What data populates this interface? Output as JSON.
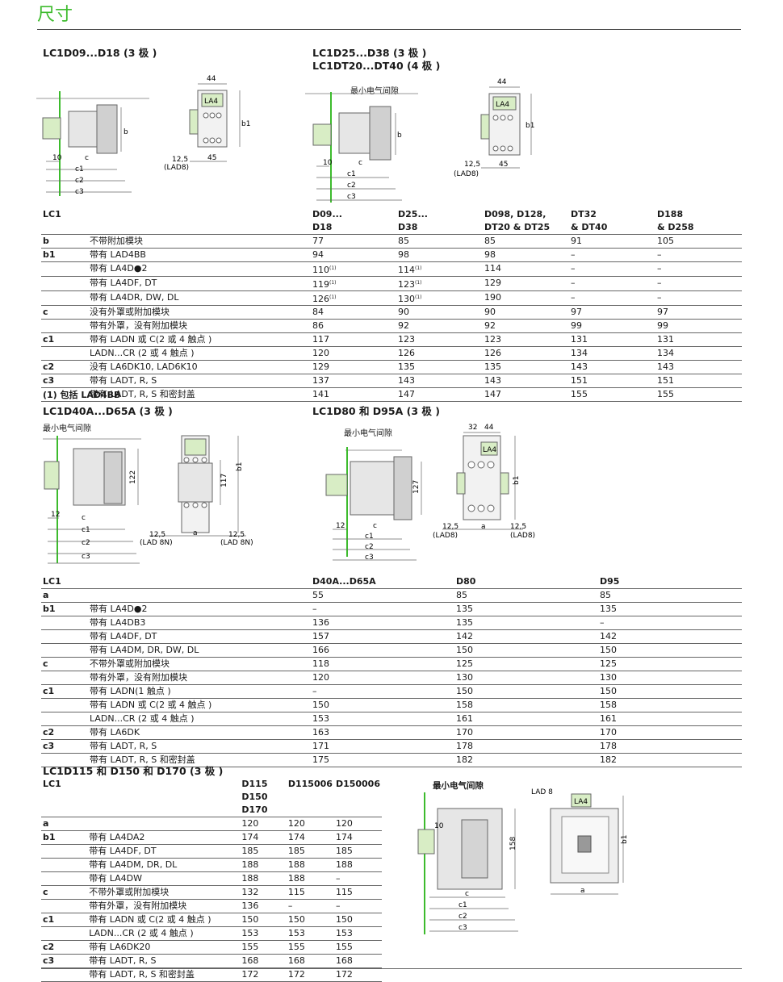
{
  "header": {
    "title": "尺寸"
  },
  "s1": {
    "title_left": "LC1D09...D18 (3 极 )",
    "title_right_1": "LC1D25...D38 (3 极 )",
    "title_right_2": "LC1DT20...DT40 (4 极 )",
    "fig_right_caption": "最小电气间隙",
    "headers": [
      [
        "LC1",
        ""
      ],
      [
        "D09...",
        "D18"
      ],
      [
        "D25...",
        "D38"
      ],
      [
        "D098, D128,",
        "DT20 & DT25"
      ],
      [
        "DT32",
        "& DT40"
      ],
      [
        "D188",
        "& D258"
      ]
    ],
    "rows": [
      {
        "k": "b",
        "d": "不带附加模块",
        "v": [
          "77",
          "85",
          "85",
          "91",
          "105"
        ],
        "n": [
          0,
          0,
          0,
          0,
          0
        ],
        "sep": true
      },
      {
        "k": "b1",
        "d": "带有 LAD4BB",
        "v": [
          "94",
          "98",
          "98",
          "–",
          "–"
        ],
        "n": [
          0,
          0,
          0,
          0,
          0
        ],
        "sep": true
      },
      {
        "k": "",
        "d": "带有 LA4D●2",
        "v": [
          "110",
          "114",
          "114",
          "–",
          "–"
        ],
        "n": [
          1,
          1,
          0,
          0,
          0
        ],
        "sep": true
      },
      {
        "k": "",
        "d": "带有 LA4DF, DT",
        "v": [
          "119",
          "123",
          "129",
          "–",
          "–"
        ],
        "n": [
          1,
          1,
          0,
          0,
          0
        ],
        "sep": true
      },
      {
        "k": "",
        "d": "带有 LA4DR, DW, DL",
        "v": [
          "126",
          "130",
          "190",
          "–",
          "–"
        ],
        "n": [
          1,
          1,
          0,
          0,
          0
        ],
        "sep": true
      },
      {
        "k": "c",
        "d": "没有外罩或附加模块",
        "v": [
          "84",
          "90",
          "90",
          "97",
          "97"
        ],
        "n": [
          0,
          0,
          0,
          0,
          0
        ],
        "sep": true
      },
      {
        "k": "",
        "d": "带有外罩，没有附加模块",
        "v": [
          "86",
          "92",
          "92",
          "99",
          "99"
        ],
        "n": [
          0,
          0,
          0,
          0,
          0
        ],
        "sep": true
      },
      {
        "k": "c1",
        "d": "带有 LADN 或 C(2 或 4 触点 )",
        "v": [
          "117",
          "123",
          "123",
          "131",
          "131"
        ],
        "n": [
          0,
          0,
          0,
          0,
          0
        ],
        "sep": true
      },
      {
        "k": "",
        "d": "LADN...CR (2 或 4 触点 )",
        "v": [
          "120",
          "126",
          "126",
          "134",
          "134"
        ],
        "n": [
          0,
          0,
          0,
          0,
          0
        ],
        "sep": true
      },
      {
        "k": "c2",
        "d": "没有 LA6DK10, LAD6K10",
        "v": [
          "129",
          "135",
          "135",
          "143",
          "143"
        ],
        "n": [
          0,
          0,
          0,
          0,
          0
        ],
        "sep": true
      },
      {
        "k": "c3",
        "d": "带有 LADT, R, S",
        "v": [
          "137",
          "143",
          "143",
          "151",
          "151"
        ],
        "n": [
          0,
          0,
          0,
          0,
          0
        ],
        "sep": true
      },
      {
        "k": "",
        "d": "带有 LADT, R, S 和密封盖",
        "v": [
          "141",
          "147",
          "147",
          "155",
          "155"
        ],
        "n": [
          0,
          0,
          0,
          0,
          0
        ],
        "sep": true
      }
    ],
    "note_mark": "(1)",
    "footnote": "(1) 包括 LAD4BB"
  },
  "s2": {
    "title_left": "LC1D40A...D65A (3 极 )",
    "title_right": "LC1D80 和 D95A (3 极 )",
    "fig_caption": "最小电气间隙",
    "headers": [
      "LC1",
      "D40A...D65A",
      "D80",
      "D95"
    ],
    "rows": [
      {
        "k": "a",
        "d": "",
        "v": [
          "55",
          "85",
          "85"
        ],
        "sep": true
      },
      {
        "k": "b1",
        "d": "带有 LA4D●2",
        "v": [
          "–",
          "135",
          "135"
        ],
        "sep": true
      },
      {
        "k": "",
        "d": "带有 LA4DB3",
        "v": [
          "136",
          "135",
          "–"
        ],
        "sep": true
      },
      {
        "k": "",
        "d": "带有 LA4DF, DT",
        "v": [
          "157",
          "142",
          "142"
        ],
        "sep": true
      },
      {
        "k": "",
        "d": "带有 LA4DM, DR, DW, DL",
        "v": [
          "166",
          "150",
          "150"
        ],
        "sep": true
      },
      {
        "k": "c",
        "d": "不带外罩或附加模块",
        "v": [
          "118",
          "125",
          "125"
        ],
        "sep": true
      },
      {
        "k": "",
        "d": "带有外罩，没有附加模块",
        "v": [
          "120",
          "130",
          "130"
        ],
        "sep": true
      },
      {
        "k": "c1",
        "d": "带有 LADN(1 触点 )",
        "v": [
          "–",
          "150",
          "150"
        ],
        "sep": true
      },
      {
        "k": "",
        "d": "带有 LADN 或 C(2 或 4 触点 )",
        "v": [
          "150",
          "158",
          "158"
        ],
        "sep": true
      },
      {
        "k": "",
        "d": "LADN...CR (2 或 4 触点 )",
        "v": [
          "153",
          "161",
          "161"
        ],
        "sep": true
      },
      {
        "k": "c2",
        "d": "带有 LA6DK",
        "v": [
          "163",
          "170",
          "170"
        ],
        "sep": true
      },
      {
        "k": "c3",
        "d": "带有 LADT, R, S",
        "v": [
          "171",
          "178",
          "178"
        ],
        "sep": true
      },
      {
        "k": "",
        "d": "带有 LADT, R, S 和密封盖",
        "v": [
          "175",
          "182",
          "182"
        ],
        "sep": true
      }
    ]
  },
  "s3": {
    "title": "LC1D115 和 D150 和 D170 (3 极 )",
    "fig_caption": "最小电气间隙",
    "headers": [
      [
        "LC1",
        "",
        ""
      ],
      [
        "D115",
        "D150",
        "D170"
      ],
      [
        "D115006",
        "",
        ""
      ],
      [
        "D150006",
        "",
        ""
      ]
    ],
    "rows": [
      {
        "k": "a",
        "d": "",
        "v": [
          "120",
          "120",
          "120"
        ],
        "sep": true
      },
      {
        "k": "b1",
        "d": "带有 LA4DA2",
        "v": [
          "174",
          "174",
          "174"
        ],
        "sep": true
      },
      {
        "k": "",
        "d": "带有 LA4DF, DT",
        "v": [
          "185",
          "185",
          "185"
        ],
        "sep": true
      },
      {
        "k": "",
        "d": "带有 LA4DM, DR, DL",
        "v": [
          "188",
          "188",
          "188"
        ],
        "sep": true
      },
      {
        "k": "",
        "d": "带有 LA4DW",
        "v": [
          "188",
          "188",
          "–"
        ],
        "sep": true
      },
      {
        "k": "c",
        "d": "不带外罩或附加模块",
        "v": [
          "132",
          "115",
          "115"
        ],
        "sep": true
      },
      {
        "k": "",
        "d": "带有外罩，没有附加模块",
        "v": [
          "136",
          "–",
          "–"
        ],
        "sep": true
      },
      {
        "k": "c1",
        "d": "带有 LADN 或 C(2 或 4 触点 )",
        "v": [
          "150",
          "150",
          "150"
        ],
        "sep": true
      },
      {
        "k": "",
        "d": "LADN...CR (2 或 4 触点 )",
        "v": [
          "153",
          "153",
          "153"
        ],
        "sep": true
      },
      {
        "k": "c2",
        "d": "带有 LA6DK20",
        "v": [
          "155",
          "155",
          "155"
        ],
        "sep": true
      },
      {
        "k": "c3",
        "d": "带有 LADT, R, S",
        "v": [
          "168",
          "168",
          "168"
        ],
        "sep": true
      },
      {
        "k": "",
        "d": "带有 LADT, R, S 和密封盖",
        "v": [
          "172",
          "172",
          "172"
        ],
        "sep": true
      }
    ]
  },
  "figures": {
    "f1": {
      "dims": [
        "44",
        "b1",
        "LA4",
        "b",
        "10",
        "c",
        "c1",
        "c2",
        "c3",
        "12,5",
        "(LAD8)",
        "45"
      ]
    },
    "f2": {
      "dims": [
        "44",
        "b1",
        "LA4",
        "b",
        "10",
        "c",
        "c1",
        "c2",
        "c3",
        "12,5",
        "(LAD8)",
        "45"
      ]
    },
    "f3": {
      "dims": [
        "122",
        "117",
        "b1",
        "12",
        "c",
        "c1",
        "c2",
        "c3",
        "12,5",
        "(LAD 8N)",
        "a",
        "12,5",
        "(LAD 8N)"
      ]
    },
    "f4": {
      "dims": [
        "32",
        "44",
        "LA4",
        "b1",
        "127",
        "12",
        "c",
        "c1",
        "c2",
        "c3",
        "12,5",
        "(LAD8)",
        "a",
        "12,5",
        "(LAD8)"
      ]
    },
    "f5": {
      "dims": [
        "10",
        "158",
        "c",
        "c1",
        "c2",
        "c3",
        "LAD 8",
        "LA4",
        "b1",
        "a"
      ]
    }
  },
  "colors": {
    "accent_green": "#3dbb2d",
    "module_fill": "#d8edc5",
    "body_fill": "#e6e6e6"
  }
}
